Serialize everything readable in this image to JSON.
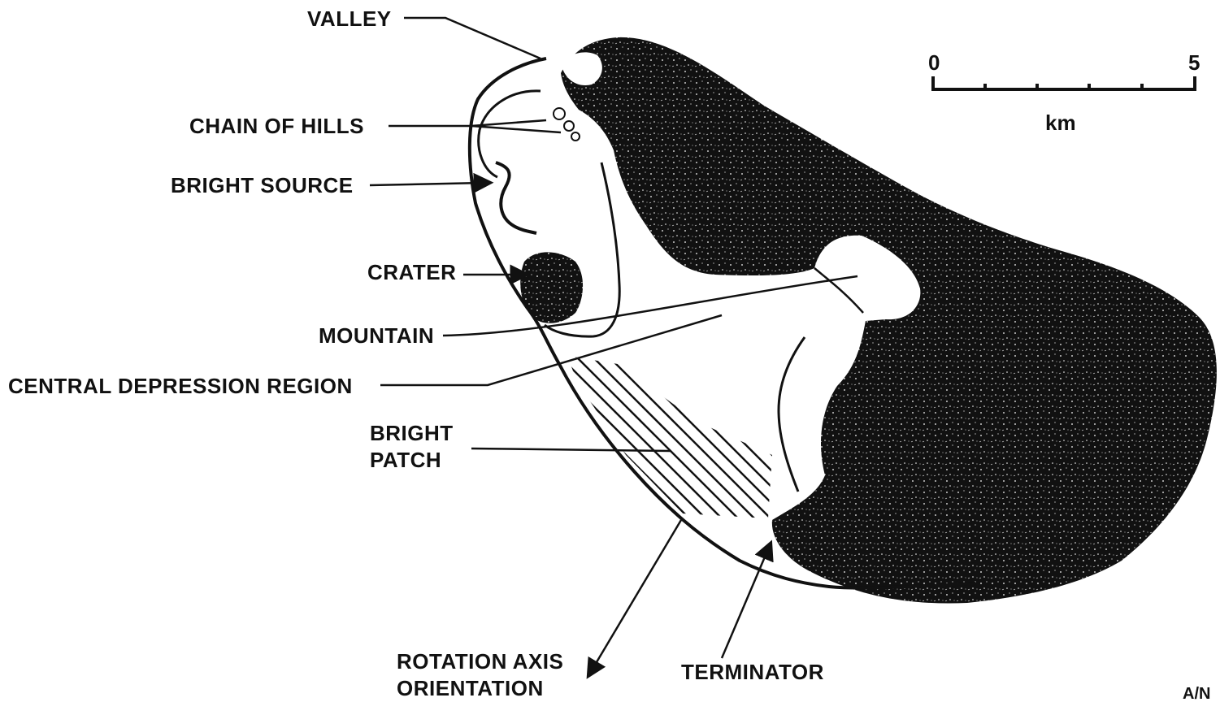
{
  "labels": {
    "valley": "VALLEY",
    "chain_of_hills": "CHAIN OF HILLS",
    "bright_source": "BRIGHT SOURCE",
    "crater": "CRATER",
    "mountain": "MOUNTAIN",
    "central_depression": "CENTRAL DEPRESSION REGION",
    "bright_patch_line1": "BRIGHT",
    "bright_patch_line2": "PATCH",
    "rotation_axis_line1": "ROTATION AXIS",
    "rotation_axis_line2": "ORIENTATION",
    "terminator": "TERMINATOR"
  },
  "scale_bar": {
    "start_label": "0",
    "end_label": "5",
    "unit": "km"
  },
  "corner_mark": "A/N",
  "colors": {
    "ink": "#111111",
    "background": "#ffffff"
  }
}
